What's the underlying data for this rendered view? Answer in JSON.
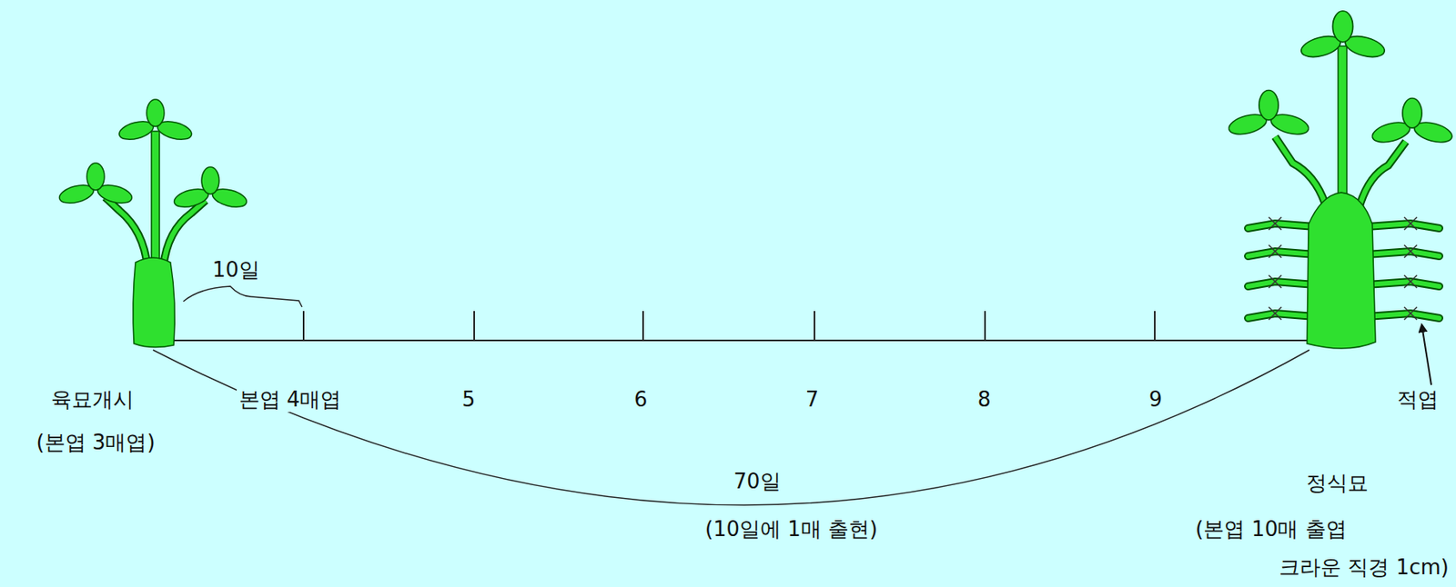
{
  "diagram": {
    "labels": [
      "10일",
      "육묘개시",
      "(본엽 3매엽)",
      "본엽 4매엽",
      "5",
      "6",
      "7",
      "8",
      "9",
      "적엽",
      "70일",
      "(10일에 1매 출현)",
      "정식묘",
      "(본엽 10매 출엽",
      "크라운 직경 1cm)"
    ]
  }
}
